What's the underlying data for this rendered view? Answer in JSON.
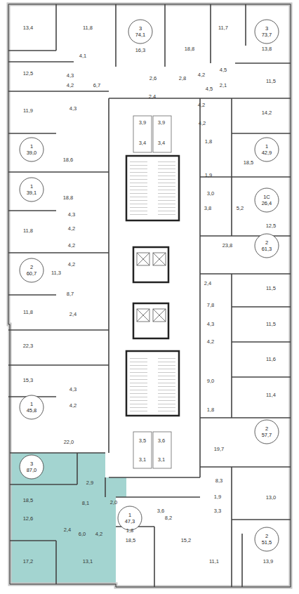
{
  "diagram": {
    "nodes": [
      {
        "text": [
          "3",
          "74,1"
        ]
      },
      {
        "text": [
          "3",
          "73,7"
        ]
      },
      {
        "text": [
          "1",
          "39,0"
        ]
      },
      {
        "text": [
          "1",
          "42,9"
        ]
      },
      {
        "text": [
          "1",
          "39,1"
        ]
      },
      {
        "text": [
          "1С",
          "26,4"
        ]
      },
      {
        "text": [
          "2",
          "61,3"
        ]
      },
      {
        "text": [
          "2",
          "60,7"
        ]
      },
      {
        "text": [
          "1",
          "45,8"
        ]
      },
      {
        "text": [
          "2",
          "57,7"
        ]
      },
      {
        "text": [
          "3",
          "87,0"
        ]
      },
      {
        "text": [
          "1",
          "47,3"
        ]
      },
      {
        "text": [
          "2",
          "51,5"
        ]
      }
    ],
    "labels": [
      "13,4",
      "11,8",
      "16,3",
      "18,8",
      "11,7",
      "13,8",
      "4,1",
      "12,5",
      "4,3",
      "6,7",
      "2,6",
      "2,8",
      "4,5",
      "4,5",
      "4,2",
      "2,1",
      "11,5",
      "4,2",
      "2,4",
      "11,9",
      "4,2",
      "4,3",
      "14,2",
      "4,2",
      "18,6",
      "3,9",
      "3,9",
      "3,4",
      "3,4",
      "1,8",
      "18,5",
      "1,9",
      "3,0",
      "3,8",
      "5,2",
      "12,5",
      "18,8",
      "4,3",
      "11,8",
      "4,2",
      "4,2",
      "23,8",
      "11,3",
      "4,2",
      "2,4",
      "11,5",
      "8,7",
      "7,8",
      "11,8",
      "2,4",
      "11,5",
      "4,3",
      "4,2",
      "22,3",
      "11,6",
      "15,3",
      "4,3",
      "9,0",
      "11,4",
      "4,2",
      "1,8",
      "22,0",
      "3,5",
      "3,6",
      "3,1",
      "3,1",
      "19,7",
      "2,9",
      "18,5",
      "8,1",
      "2,0",
      "3,6",
      "8,3",
      "1,8",
      "8,2",
      "1,9",
      "13,0",
      "12,6",
      "2,4",
      "6,0",
      "4,2",
      "3,3",
      "18,5",
      "15,2",
      "17,2",
      "13,1",
      "11,1",
      "13,9"
    ]
  }
}
